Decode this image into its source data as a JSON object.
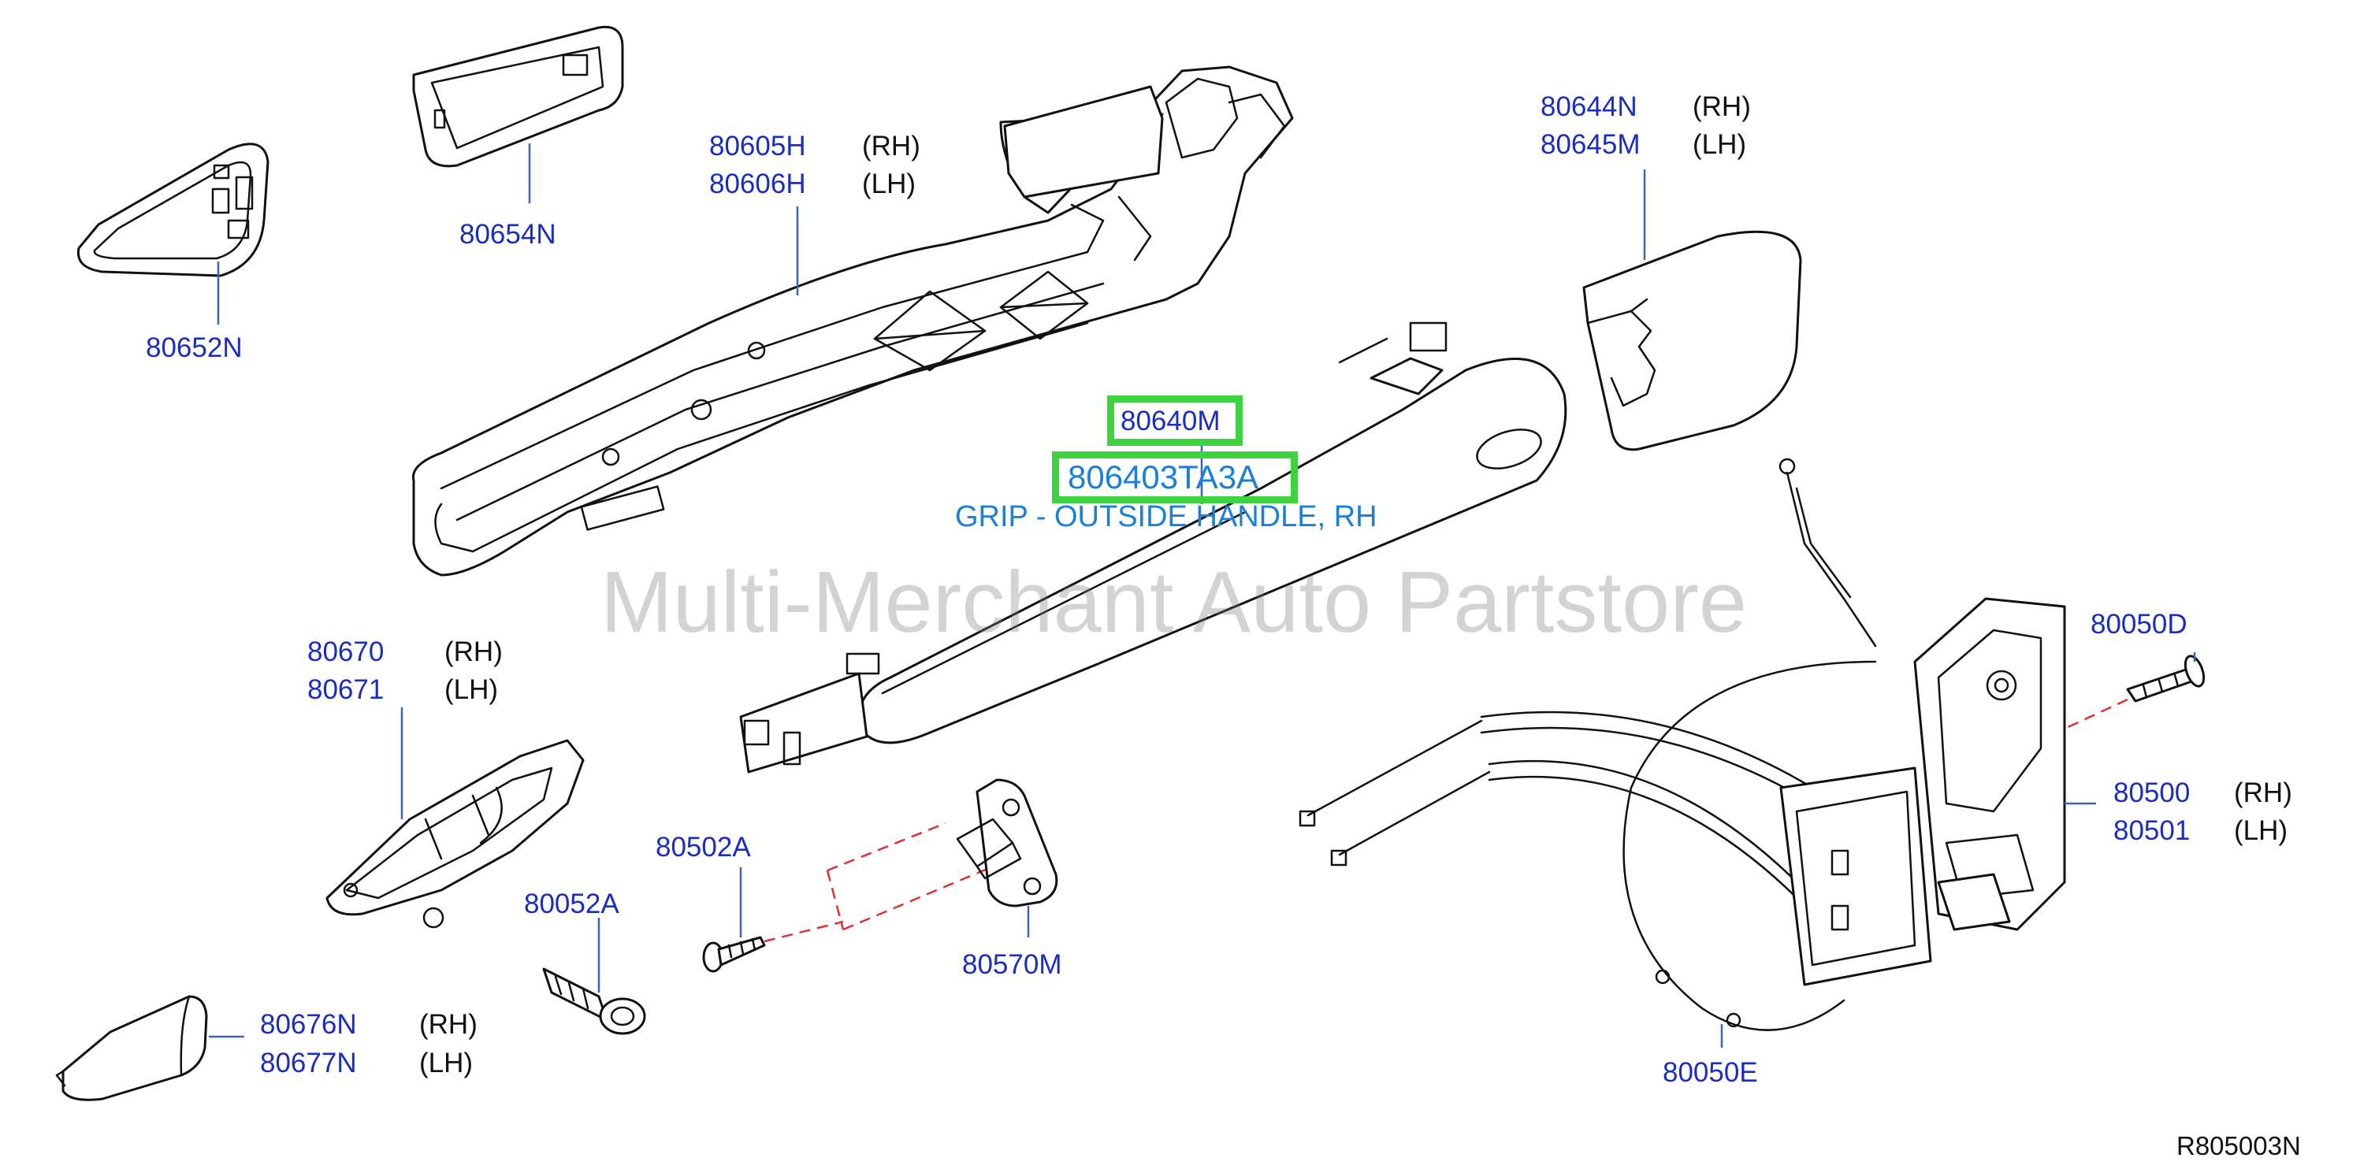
{
  "labels": {
    "p80652N": "80652N",
    "p80654N": "80654N",
    "p80605H": "80605H",
    "p80606H": "80606H",
    "p80605H_side": "(RH)",
    "p80606H_side": "(LH)",
    "p80644N": "80644N",
    "p80645M": "80645M",
    "p80644N_side": "(RH)",
    "p80645M_side": "(LH)",
    "p80640M": "80640M",
    "p806403TA3A": "806403TA3A",
    "grip_desc": "GRIP - OUTSIDE HANDLE, RH",
    "p80670": "80670",
    "p80671": "80671",
    "p80670_side": "(RH)",
    "p80671_side": "(LH)",
    "p80502A": "80502A",
    "p80052A": "80052A",
    "p80570M": "80570M",
    "p80676N": "80676N",
    "p80677N": "80677N",
    "p80676N_side": "(RH)",
    "p80677N_side": "(LH)",
    "p80050D": "80050D",
    "p80500": "80500",
    "p80501": "80501",
    "p80500_side": "(RH)",
    "p80501_side": "(LH)",
    "p80050E": "80050E",
    "diagram_ref": "R805003N"
  },
  "watermark": "Multi-Merchant Auto Partstore",
  "colors": {
    "part_number": "#1b2cc1",
    "highlight": "#3ed23e",
    "description": "#1a7fd6",
    "leader": "#3a66b8",
    "dashed_guide": "#e03030"
  }
}
